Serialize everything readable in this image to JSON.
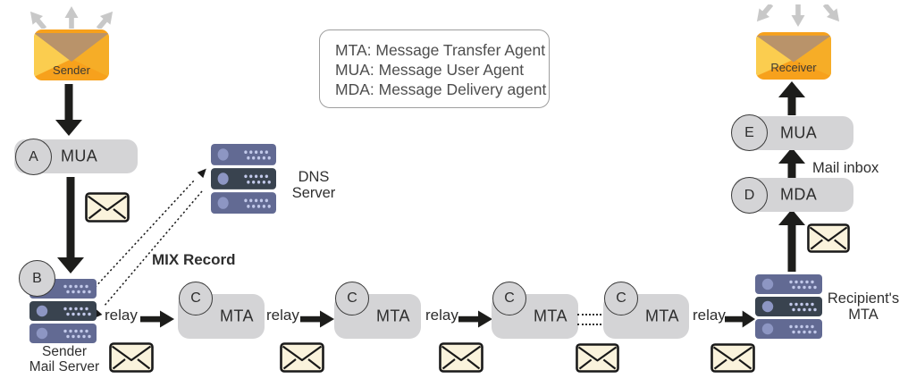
{
  "legend": {
    "line1": "MTA: Message Transfer Agent",
    "line2": "MUA: Message User Agent",
    "line3": "MDA: Message Delivery agent"
  },
  "endpoints": {
    "sender": "Sender",
    "receiver": "Receiver"
  },
  "badges": {
    "a": "A",
    "b": "B",
    "c": "C",
    "d": "D",
    "e": "E"
  },
  "boxes": {
    "mua": "MUA",
    "mta": "MTA",
    "mda": "MDA"
  },
  "labels": {
    "relay": "relay",
    "mix_record": "MIX Record",
    "mail_inbox": "Mail inbox",
    "dns_line1": "DNS",
    "dns_line2": "Server",
    "sender_server_line1": "Sender",
    "sender_server_line2": "Mail Server",
    "recipient_line1": "Recipient's",
    "recipient_line2": "MTA"
  },
  "colors": {
    "envelope_orange_base": "#f7a11c",
    "envelope_orange_light": "#fbcd4f",
    "envelope_orange_mid": "#f6ad27",
    "envelope_flap_tan": "#b9936a",
    "message_envelope_cream": "#faf3dc",
    "node_gray": "#d4d4d6",
    "server_purple": "#626a93",
    "server_dark": "#39434f",
    "server_led": "#8d96c3",
    "arrow_black": "#1d1d1b",
    "arrow_gray": "#c8c8c8",
    "text_dark": "#2e2e2e",
    "legend_text": "#4d4d4d"
  }
}
